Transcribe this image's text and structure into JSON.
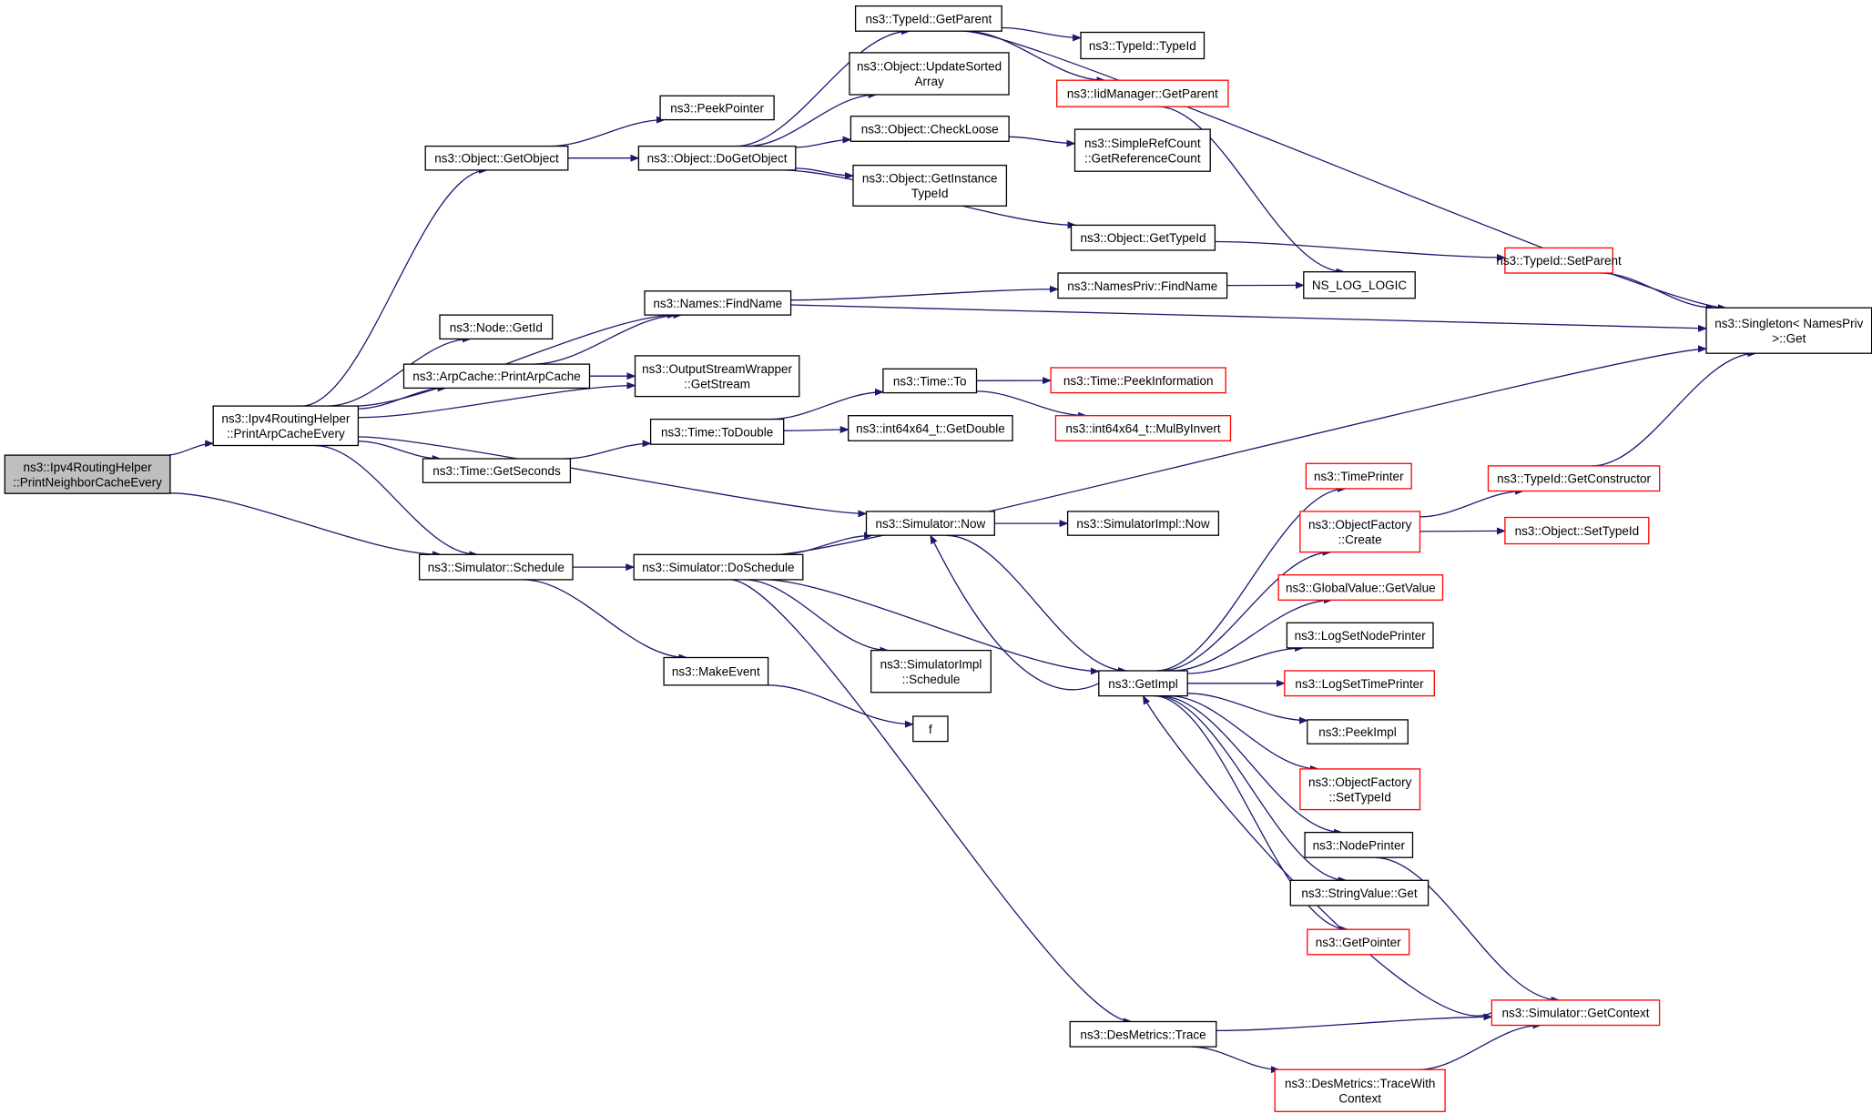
{
  "colors": {
    "edge": "#191970",
    "node_border_normal": "#000000",
    "node_border_truncated": "#ff0000",
    "node_fill": "#ffffff",
    "root_fill": "#bfbfbf",
    "text": "#000000"
  },
  "nodes": [
    {
      "id": "root",
      "lines": [
        "ns3::Ipv4RoutingHelper",
        "::PrintNeighborCacheEvery"
      ],
      "border": "black",
      "root": true
    },
    {
      "id": "printArp",
      "lines": [
        "ns3::Ipv4RoutingHelper",
        "::PrintArpCacheEvery"
      ],
      "border": "black"
    },
    {
      "id": "getObject",
      "lines": [
        "ns3::Object::GetObject"
      ],
      "border": "black"
    },
    {
      "id": "nodeGetId",
      "lines": [
        "ns3::Node::GetId"
      ],
      "border": "black"
    },
    {
      "id": "arpPrint",
      "lines": [
        "ns3::ArpCache::PrintArpCache"
      ],
      "border": "black"
    },
    {
      "id": "getSeconds",
      "lines": [
        "ns3::Time::GetSeconds"
      ],
      "border": "black"
    },
    {
      "id": "schedule",
      "lines": [
        "ns3::Simulator::Schedule"
      ],
      "border": "black"
    },
    {
      "id": "peekPointer",
      "lines": [
        "ns3::PeekPointer"
      ],
      "border": "black"
    },
    {
      "id": "doGetObject",
      "lines": [
        "ns3::Object::DoGetObject"
      ],
      "border": "black"
    },
    {
      "id": "namesFind",
      "lines": [
        "ns3::Names::FindName"
      ],
      "border": "black"
    },
    {
      "id": "getStream",
      "lines": [
        "ns3::OutputStreamWrapper",
        "::GetStream"
      ],
      "border": "black"
    },
    {
      "id": "toDouble",
      "lines": [
        "ns3::Time::ToDouble"
      ],
      "border": "black"
    },
    {
      "id": "doSchedule",
      "lines": [
        "ns3::Simulator::DoSchedule"
      ],
      "border": "black"
    },
    {
      "id": "makeEvent",
      "lines": [
        "ns3::MakeEvent"
      ],
      "border": "black"
    },
    {
      "id": "typeIdGetParent",
      "lines": [
        "ns3::TypeId::GetParent"
      ],
      "border": "black"
    },
    {
      "id": "updateSorted",
      "lines": [
        "ns3::Object::UpdateSorted",
        "Array"
      ],
      "border": "black"
    },
    {
      "id": "checkLoose",
      "lines": [
        "ns3::Object::CheckLoose"
      ],
      "border": "black"
    },
    {
      "id": "getInstanceTypeId",
      "lines": [
        "ns3::Object::GetInstance",
        "TypeId"
      ],
      "border": "black"
    },
    {
      "id": "timeTo",
      "lines": [
        "ns3::Time::To"
      ],
      "border": "black"
    },
    {
      "id": "getDouble",
      "lines": [
        "ns3::int64x64_t::GetDouble"
      ],
      "border": "black"
    },
    {
      "id": "simNow",
      "lines": [
        "ns3::Simulator::Now"
      ],
      "border": "black"
    },
    {
      "id": "simImplSchedule",
      "lines": [
        "ns3::SimulatorImpl",
        "::Schedule"
      ],
      "border": "black"
    },
    {
      "id": "f",
      "lines": [
        "f"
      ],
      "border": "black"
    },
    {
      "id": "typeIdTypeId",
      "lines": [
        "ns3::TypeId::TypeId"
      ],
      "border": "black"
    },
    {
      "id": "iidGetParent",
      "lines": [
        "ns3::IidManager::GetParent"
      ],
      "border": "red"
    },
    {
      "id": "simpleRef",
      "lines": [
        "ns3::SimpleRefCount",
        "::GetReferenceCount"
      ],
      "border": "black"
    },
    {
      "id": "objGetTypeId",
      "lines": [
        "ns3::Object::GetTypeId"
      ],
      "border": "black"
    },
    {
      "id": "namesPrivFind",
      "lines": [
        "ns3::NamesPriv::FindName"
      ],
      "border": "black"
    },
    {
      "id": "nsLogLogic",
      "lines": [
        "NS_LOG_LOGIC"
      ],
      "border": "black"
    },
    {
      "id": "typeIdSetParent",
      "lines": [
        "ns3::TypeId::SetParent"
      ],
      "border": "red"
    },
    {
      "id": "singletonGet",
      "lines": [
        "ns3::Singleton< NamesPriv",
        ">::Get"
      ],
      "border": "black"
    },
    {
      "id": "peekInformation",
      "lines": [
        "ns3::Time::PeekInformation"
      ],
      "border": "red"
    },
    {
      "id": "mulByInvert",
      "lines": [
        "ns3::int64x64_t::MulByInvert"
      ],
      "border": "red"
    },
    {
      "id": "simImplNow",
      "lines": [
        "ns3::SimulatorImpl::Now"
      ],
      "border": "black"
    },
    {
      "id": "getImpl",
      "lines": [
        "ns3::GetImpl"
      ],
      "border": "black"
    },
    {
      "id": "desTrace",
      "lines": [
        "ns3::DesMetrics::Trace"
      ],
      "border": "black"
    },
    {
      "id": "timePrinter",
      "lines": [
        "ns3::TimePrinter"
      ],
      "border": "red"
    },
    {
      "id": "objFactoryCreate",
      "lines": [
        "ns3::ObjectFactory",
        "::Create"
      ],
      "border": "red"
    },
    {
      "id": "globalValueGet",
      "lines": [
        "ns3::GlobalValue::GetValue"
      ],
      "border": "red"
    },
    {
      "id": "logSetNodePrinter",
      "lines": [
        "ns3::LogSetNodePrinter"
      ],
      "border": "black"
    },
    {
      "id": "logSetTimePrinter",
      "lines": [
        "ns3::LogSetTimePrinter"
      ],
      "border": "red"
    },
    {
      "id": "peekImpl",
      "lines": [
        "ns3::PeekImpl"
      ],
      "border": "black"
    },
    {
      "id": "objFactorySetTypeId",
      "lines": [
        "ns3::ObjectFactory",
        "::SetTypeId"
      ],
      "border": "red"
    },
    {
      "id": "nodePrinter",
      "lines": [
        "ns3::NodePrinter"
      ],
      "border": "black"
    },
    {
      "id": "stringValueGet",
      "lines": [
        "ns3::StringValue::Get"
      ],
      "border": "black"
    },
    {
      "id": "getPointer",
      "lines": [
        "ns3::GetPointer"
      ],
      "border": "red"
    },
    {
      "id": "typeIdGetConstructor",
      "lines": [
        "ns3::TypeId::GetConstructor"
      ],
      "border": "red"
    },
    {
      "id": "objSetTypeId",
      "lines": [
        "ns3::Object::SetTypeId"
      ],
      "border": "red"
    },
    {
      "id": "simGetContext",
      "lines": [
        "ns3::Simulator::GetContext"
      ],
      "border": "red"
    },
    {
      "id": "traceWithContext",
      "lines": [
        "ns3::DesMetrics::TraceWith",
        "Context"
      ],
      "border": "red"
    }
  ],
  "edges": [
    [
      "root",
      "printArp"
    ],
    [
      "root",
      "schedule"
    ],
    [
      "printArp",
      "getObject"
    ],
    [
      "printArp",
      "nodeGetId"
    ],
    [
      "printArp",
      "arpPrint"
    ],
    [
      "printArp",
      "getStream"
    ],
    [
      "printArp",
      "namesFind"
    ],
    [
      "printArp",
      "getSeconds"
    ],
    [
      "printArp",
      "schedule"
    ],
    [
      "printArp",
      "simNow"
    ],
    [
      "getObject",
      "peekPointer"
    ],
    [
      "getObject",
      "doGetObject"
    ],
    [
      "doGetObject",
      "typeIdGetParent"
    ],
    [
      "doGetObject",
      "updateSorted"
    ],
    [
      "doGetObject",
      "checkLoose"
    ],
    [
      "doGetObject",
      "getInstanceTypeId"
    ],
    [
      "doGetObject",
      "objGetTypeId"
    ],
    [
      "typeIdGetParent",
      "typeIdTypeId"
    ],
    [
      "typeIdGetParent",
      "iidGetParent"
    ],
    [
      "typeIdGetParent",
      "singletonGet"
    ],
    [
      "iidGetParent",
      "nsLogLogic"
    ],
    [
      "checkLoose",
      "simpleRef"
    ],
    [
      "objGetTypeId",
      "typeIdSetParent"
    ],
    [
      "typeIdSetParent",
      "singletonGet"
    ],
    [
      "arpPrint",
      "namesFind"
    ],
    [
      "arpPrint",
      "getStream"
    ],
    [
      "namesFind",
      "namesPrivFind"
    ],
    [
      "namesFind",
      "singletonGet"
    ],
    [
      "namesPrivFind",
      "nsLogLogic"
    ],
    [
      "getSeconds",
      "toDouble"
    ],
    [
      "toDouble",
      "timeTo"
    ],
    [
      "toDouble",
      "getDouble"
    ],
    [
      "timeTo",
      "peekInformation"
    ],
    [
      "timeTo",
      "mulByInvert"
    ],
    [
      "schedule",
      "doSchedule"
    ],
    [
      "schedule",
      "makeEvent"
    ],
    [
      "makeEvent",
      "f"
    ],
    [
      "doSchedule",
      "simNow"
    ],
    [
      "doSchedule",
      "singletonGet"
    ],
    [
      "doSchedule",
      "simImplSchedule"
    ],
    [
      "doSchedule",
      "getImpl"
    ],
    [
      "doSchedule",
      "desTrace"
    ],
    [
      "simNow",
      "simImplNow"
    ],
    [
      "simNow",
      "getImpl"
    ],
    [
      "getImpl",
      "simNow"
    ],
    [
      "getImpl",
      "timePrinter"
    ],
    [
      "getImpl",
      "objFactoryCreate"
    ],
    [
      "getImpl",
      "globalValueGet"
    ],
    [
      "getImpl",
      "logSetNodePrinter"
    ],
    [
      "getImpl",
      "logSetTimePrinter"
    ],
    [
      "getImpl",
      "peekImpl"
    ],
    [
      "getImpl",
      "objFactorySetTypeId"
    ],
    [
      "getImpl",
      "nodePrinter"
    ],
    [
      "getImpl",
      "stringValueGet"
    ],
    [
      "getImpl",
      "getPointer"
    ],
    [
      "objFactoryCreate",
      "typeIdGetConstructor"
    ],
    [
      "objFactoryCreate",
      "objSetTypeId"
    ],
    [
      "typeIdGetConstructor",
      "singletonGet"
    ],
    [
      "nodePrinter",
      "simGetContext"
    ],
    [
      "simGetContext",
      "getImpl"
    ],
    [
      "desTrace",
      "simGetContext"
    ],
    [
      "desTrace",
      "traceWithContext"
    ],
    [
      "traceWithContext",
      "simGetContext"
    ]
  ]
}
